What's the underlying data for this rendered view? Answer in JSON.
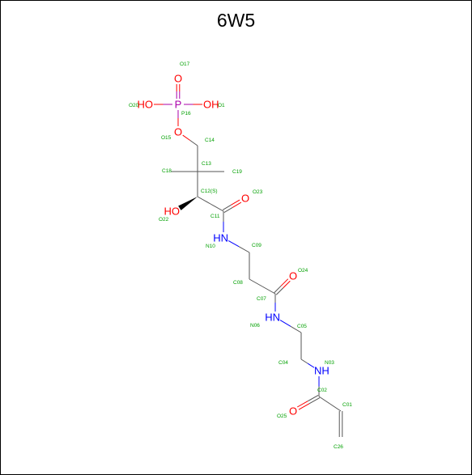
{
  "title": "6W5",
  "colors": {
    "bond": "#555555",
    "oxygen": "#ff0000",
    "nitrogen": "#0000ff",
    "phosphorus": "#aa00aa",
    "label": "#00a000",
    "frame": "#000000"
  },
  "atoms": [
    {
      "id": "O17",
      "label": "O17",
      "element": "O",
      "symbol": "O"
    },
    {
      "id": "O20",
      "label": "O20",
      "element": "O",
      "symbol": "HO"
    },
    {
      "id": "P16",
      "label": "P16",
      "element": "P",
      "symbol": "P"
    },
    {
      "id": "O1",
      "label": "O1",
      "element": "O",
      "symbol": "OH"
    },
    {
      "id": "O15",
      "label": "O15",
      "element": "O",
      "symbol": "O"
    },
    {
      "id": "C14",
      "label": "C14",
      "element": "C",
      "symbol": ""
    },
    {
      "id": "C13",
      "label": "C13",
      "element": "C",
      "symbol": ""
    },
    {
      "id": "C18",
      "label": "C18",
      "element": "C",
      "symbol": ""
    },
    {
      "id": "C19",
      "label": "C19",
      "element": "C",
      "symbol": ""
    },
    {
      "id": "C12",
      "label": "C12(S)",
      "element": "C",
      "symbol": ""
    },
    {
      "id": "O23",
      "label": "O23",
      "element": "O",
      "symbol": "O"
    },
    {
      "id": "O22",
      "label": "O22",
      "element": "O",
      "symbol": "HO"
    },
    {
      "id": "C11",
      "label": "C11",
      "element": "C",
      "symbol": ""
    },
    {
      "id": "N10",
      "label": "N10",
      "element": "N",
      "symbol": "HN"
    },
    {
      "id": "C09",
      "label": "C09",
      "element": "C",
      "symbol": ""
    },
    {
      "id": "C08",
      "label": "C08",
      "element": "C",
      "symbol": ""
    },
    {
      "id": "O24",
      "label": "O24",
      "element": "O",
      "symbol": "O"
    },
    {
      "id": "C07",
      "label": "C07",
      "element": "C",
      "symbol": ""
    },
    {
      "id": "N06",
      "label": "N06",
      "element": "N",
      "symbol": "HN"
    },
    {
      "id": "C05",
      "label": "C05",
      "element": "C",
      "symbol": ""
    },
    {
      "id": "C04",
      "label": "C04",
      "element": "C",
      "symbol": ""
    },
    {
      "id": "N03",
      "label": "N03",
      "element": "N",
      "symbol": "NH"
    },
    {
      "id": "C02",
      "label": "C02",
      "element": "C",
      "symbol": ""
    },
    {
      "id": "C01",
      "label": "C01",
      "element": "C",
      "symbol": ""
    },
    {
      "id": "O25",
      "label": "O25",
      "element": "O",
      "symbol": "O"
    },
    {
      "id": "C26",
      "label": "C26",
      "element": "C",
      "symbol": ""
    }
  ],
  "bonds": [
    {
      "a": "P16",
      "b": "O17",
      "order": 2
    },
    {
      "a": "P16",
      "b": "O20",
      "order": 1
    },
    {
      "a": "P16",
      "b": "O1",
      "order": 1
    },
    {
      "a": "P16",
      "b": "O15",
      "order": 1
    },
    {
      "a": "O15",
      "b": "C14",
      "order": 1
    },
    {
      "a": "C14",
      "b": "C13",
      "order": 1
    },
    {
      "a": "C13",
      "b": "C18",
      "order": 1
    },
    {
      "a": "C13",
      "b": "C19",
      "order": 1
    },
    {
      "a": "C13",
      "b": "C12",
      "order": 1
    },
    {
      "a": "C12",
      "b": "O22",
      "order": 1,
      "stereo": "wedge"
    },
    {
      "a": "C12",
      "b": "C11",
      "order": 1
    },
    {
      "a": "C11",
      "b": "O23",
      "order": 2
    },
    {
      "a": "C11",
      "b": "N10",
      "order": 1
    },
    {
      "a": "N10",
      "b": "C09",
      "order": 1
    },
    {
      "a": "C09",
      "b": "C08",
      "order": 1
    },
    {
      "a": "C08",
      "b": "C07",
      "order": 1
    },
    {
      "a": "C07",
      "b": "O24",
      "order": 2
    },
    {
      "a": "C07",
      "b": "N06",
      "order": 1
    },
    {
      "a": "N06",
      "b": "C05",
      "order": 1
    },
    {
      "a": "C05",
      "b": "C04",
      "order": 1
    },
    {
      "a": "C04",
      "b": "N03",
      "order": 1
    },
    {
      "a": "N03",
      "b": "C02",
      "order": 1
    },
    {
      "a": "C02",
      "b": "O25",
      "order": 2
    },
    {
      "a": "C02",
      "b": "C01",
      "order": 1
    },
    {
      "a": "C01",
      "b": "C26",
      "order": 2
    }
  ]
}
